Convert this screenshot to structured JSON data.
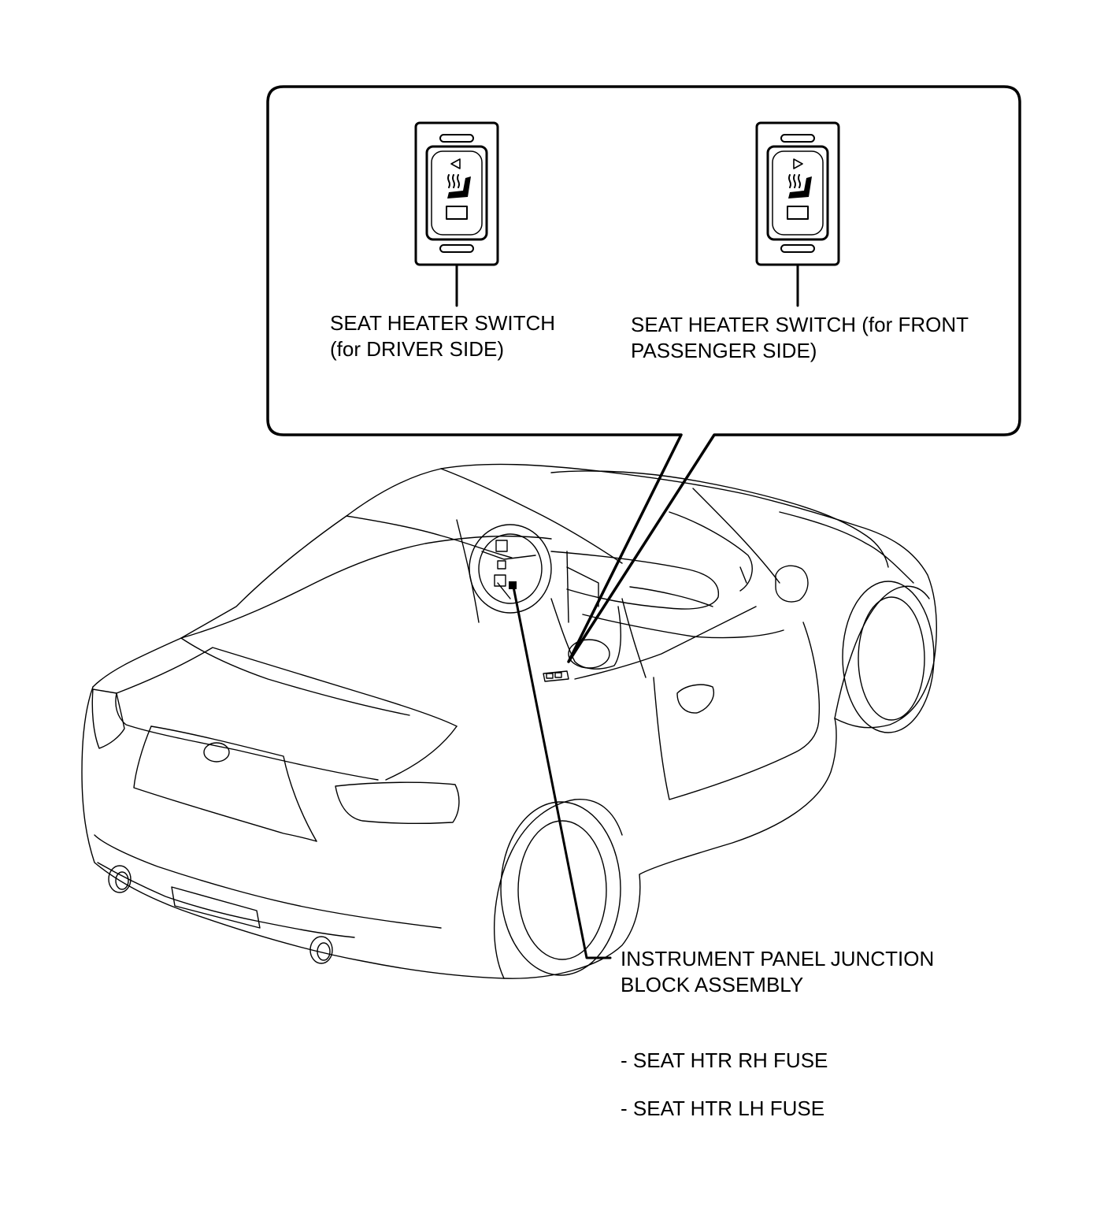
{
  "callout": {
    "driver_switch": {
      "line1": "SEAT HEATER SWITCH",
      "line2": "(for DRIVER SIDE)",
      "arrow_icon": "triangle-left-icon",
      "seat_icon": "seat-heater-icon"
    },
    "passenger_switch": {
      "line1": "SEAT HEATER SWITCH (for FRONT",
      "line2": "PASSENGER SIDE)",
      "arrow_icon": "triangle-right-icon",
      "seat_icon": "seat-heater-icon"
    }
  },
  "junction_block": {
    "line1": "INSTRUMENT PANEL JUNCTION",
    "line2": "BLOCK ASSEMBLY"
  },
  "fuses": [
    "- SEAT HTR RH FUSE",
    "- SEAT HTR LH FUSE"
  ],
  "colors": {
    "line": "#000000",
    "background": "#ffffff"
  }
}
